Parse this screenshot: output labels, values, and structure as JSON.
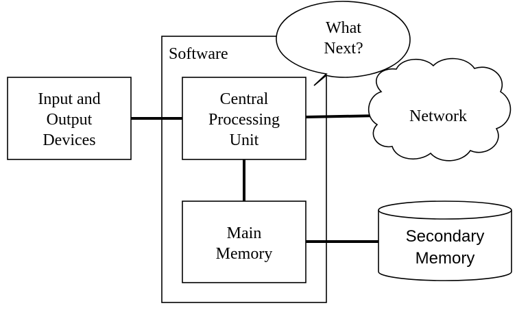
{
  "diagram": {
    "software_label": "Software",
    "speech_bubble": [
      "What",
      "Next?"
    ],
    "io_devices": [
      "Input and",
      "Output",
      "Devices"
    ],
    "cpu": [
      "Central",
      "Processing",
      "Unit"
    ],
    "main_memory": [
      "Main",
      "Memory"
    ],
    "network": "Network",
    "secondary_memory": [
      "Secondary",
      "Memory"
    ]
  }
}
